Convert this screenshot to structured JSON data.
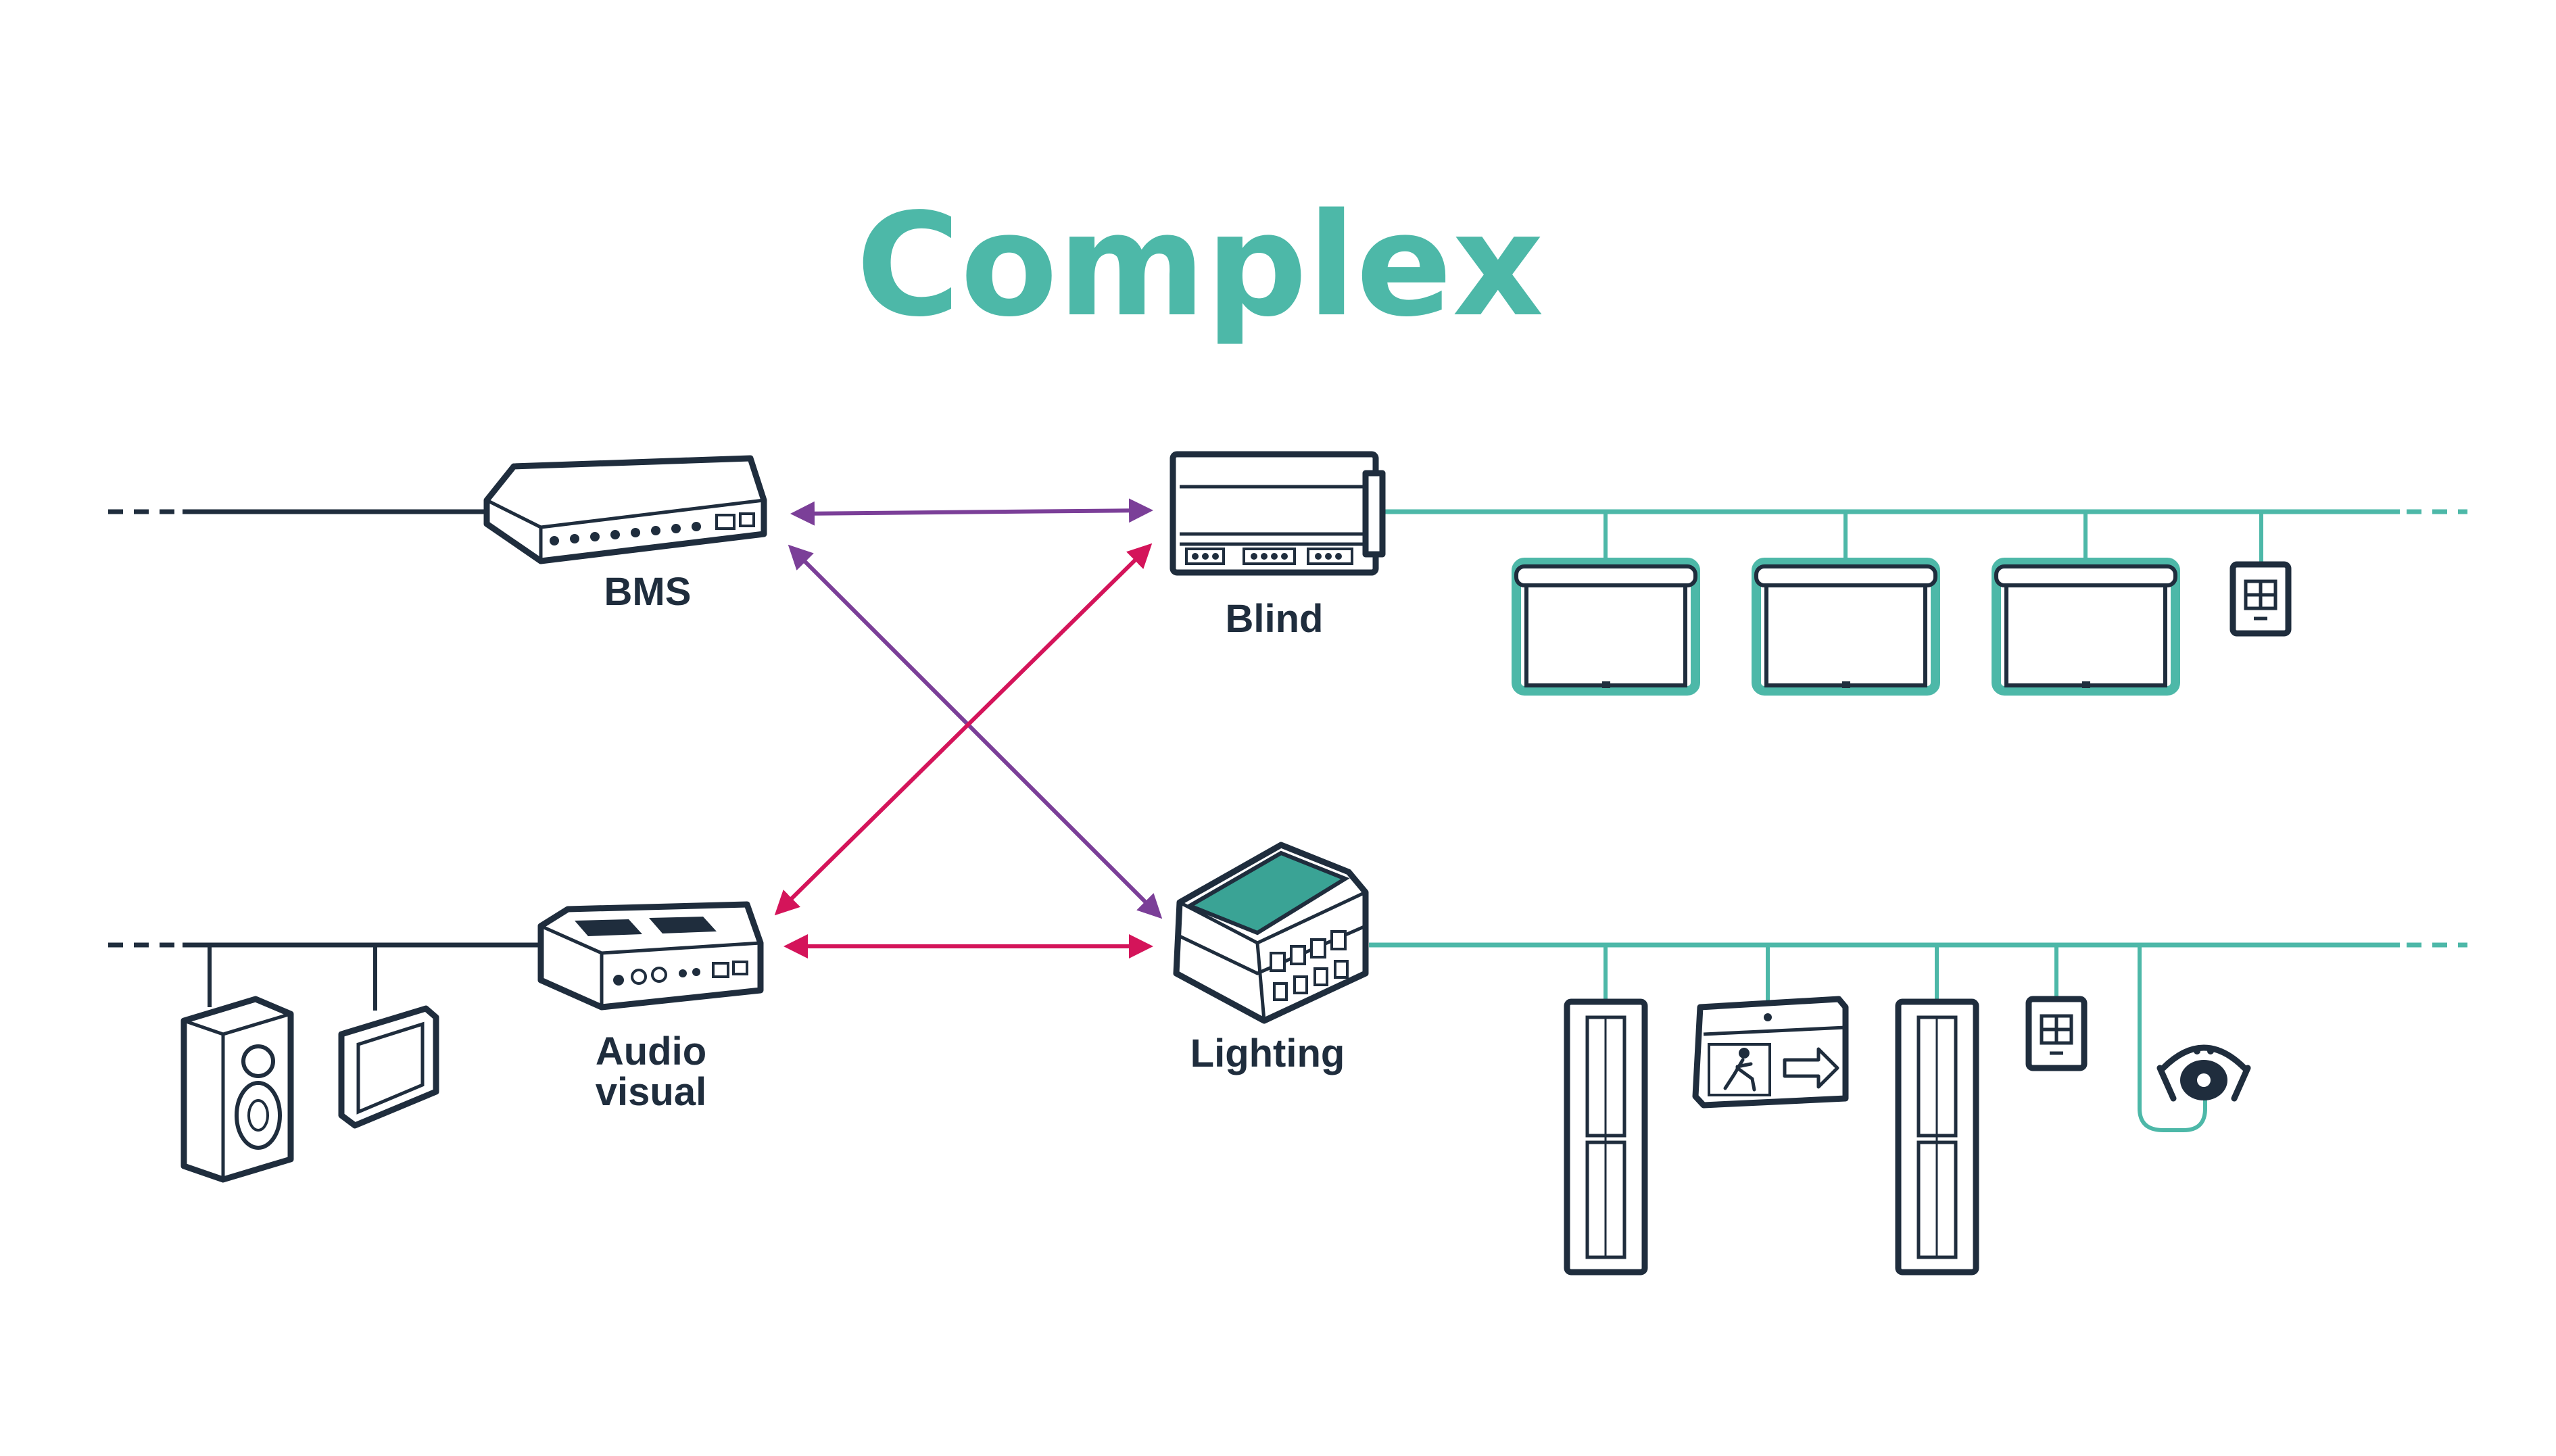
{
  "title": "Complex",
  "labels": {
    "bms": "BMS",
    "blind": "Blind",
    "av_line1": "Audio",
    "av_line2": "visual",
    "lighting": "Lighting"
  },
  "colors": {
    "title": "#4db8a8",
    "teal_bus": "#4db8a8",
    "dark_bus": "#1f2d3d",
    "purple_link": "#7b3f98",
    "red_link": "#d4145a",
    "accent_fill": "#3aa395"
  },
  "icons": {
    "bms_device": "network-controller-icon",
    "blind_controller": "din-rail-module-icon",
    "av_device": "av-receiver-icon",
    "lighting_controller": "lighting-controller-icon",
    "speaker": "speaker-icon",
    "tablet": "touch-panel-icon",
    "roller_blind": "roller-blind-icon",
    "wall_switch": "wall-switch-icon",
    "luminaire": "linear-luminaire-icon",
    "exit_sign": "emergency-exit-sign-icon",
    "sensor": "presence-sensor-icon"
  }
}
